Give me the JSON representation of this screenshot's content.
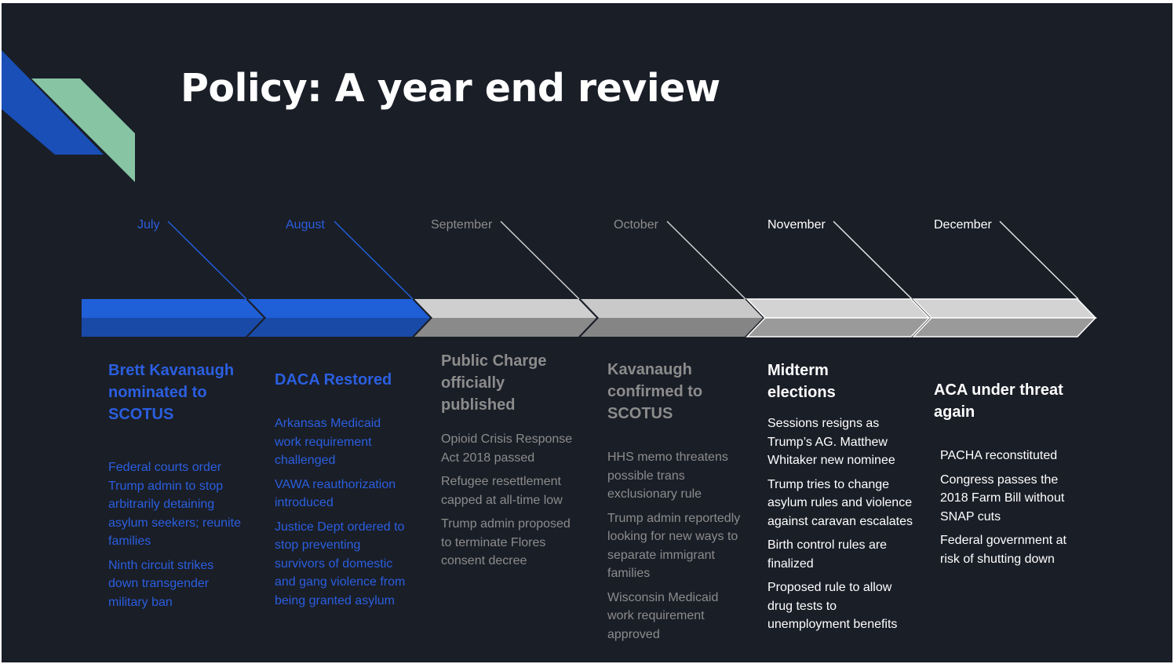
{
  "slide": {
    "title": "Policy: A year end review"
  },
  "colors": {
    "background": "#1a1e27",
    "blue": "#2b5fe0",
    "gray": "#8c8c8c",
    "white": "#ffffff",
    "mint": "#86c4a4",
    "dark_blue": "#1a4fb8"
  },
  "timeline": [
    {
      "month": "July",
      "heading": "Brett Kavanaugh nominated to SCOTUS",
      "items": [
        "Federal courts order Trump admin to stop arbitrarily detaining asylum seekers; reunite families",
        "Ninth circuit strikes down transgender military ban"
      ]
    },
    {
      "month": "August",
      "heading": "DACA Restored",
      "items": [
        "Arkansas Medicaid work requirement challenged",
        "VAWA reauthorization introduced",
        "Justice Dept ordered to stop preventing survivors of domestic and gang violence from being granted asylum"
      ]
    },
    {
      "month": "September",
      "heading": "Public Charge officially published",
      "items": [
        "Opioid Crisis Response Act 2018 passed",
        "Refugee resettlement capped at all-time low",
        "Trump admin proposed to terminate Flores consent decree"
      ]
    },
    {
      "month": "October",
      "heading": "Kavanaugh confirmed to SCOTUS",
      "items": [
        "HHS memo threatens possible trans exclusionary rule",
        "Trump admin reportedly looking for new ways to separate immigrant families",
        "Wisconsin Medicaid work requirement approved"
      ]
    },
    {
      "month": "November",
      "heading": "Midterm elections",
      "items": [
        "Sessions resigns as Trump’s AG. Matthew Whitaker new nominee",
        "Trump tries to change asylum rules and violence against caravan escalates",
        "Birth control rules are finalized",
        "Proposed rule to allow drug tests to unemployment benefits"
      ]
    },
    {
      "month": "December",
      "heading": "ACA under threat again",
      "items": [
        "PACHA reconstituted",
        "Congress passes the 2018 Farm Bill without SNAP cuts",
        "Federal government at risk of shutting down"
      ]
    }
  ]
}
